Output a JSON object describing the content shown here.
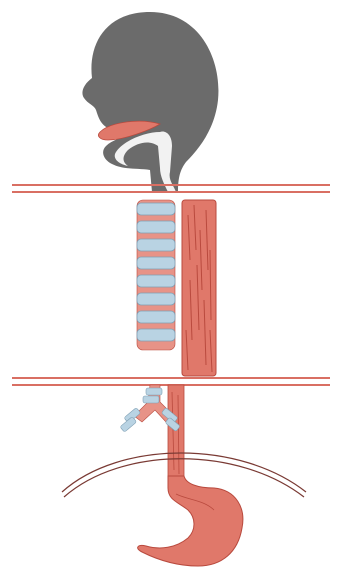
{
  "colors": {
    "background": "#ffffff",
    "head": "#6b6b6b",
    "airway": "#f2f2f2",
    "muscle": "#e0786a",
    "muscle_dark": "#b94a3e",
    "cartilage": "#b9d3e3",
    "cartilage_edge": "#7f9fb3",
    "divider": "#d96f63",
    "diaphragm_line": "#7a3a34"
  },
  "structures": [
    {
      "key": "head",
      "icon": "head-silhouette"
    },
    {
      "key": "tongue",
      "icon": "tongue-shape"
    },
    {
      "key": "pharynx",
      "icon": "airway-passage"
    },
    {
      "key": "trachea",
      "icon": "trachea-rings"
    },
    {
      "key": "esophagus",
      "icon": "muscle-tube"
    },
    {
      "key": "bronchi",
      "icon": "bronchi-fork"
    },
    {
      "key": "diaphragm",
      "icon": "diaphragm-arc"
    },
    {
      "key": "stomach",
      "icon": "stomach-shape"
    }
  ],
  "regions": [
    "head-and-neck",
    "thorax",
    "abdomen"
  ]
}
